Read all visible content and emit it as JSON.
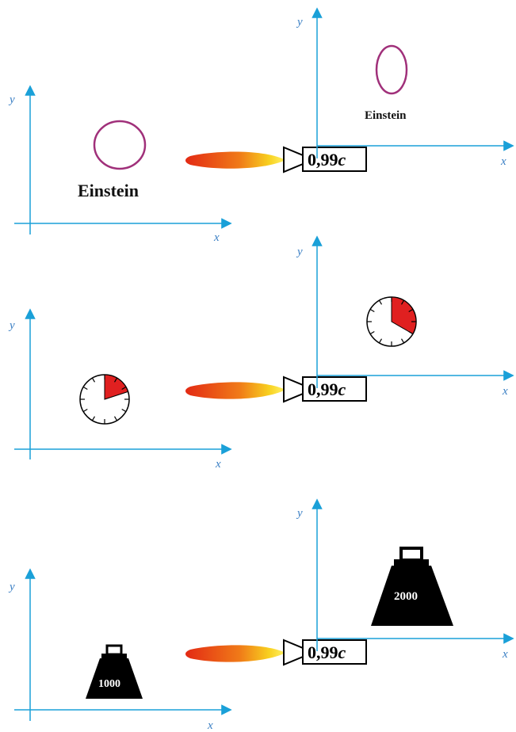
{
  "axes": {
    "x_label": "x",
    "y_label": "y"
  },
  "rocket": {
    "speed_value": "0,99",
    "speed_unit": "c"
  },
  "panels": {
    "length": {
      "rest_label": "Einstein",
      "moving_label": "Einstein"
    },
    "time": {},
    "mass": {
      "rest_mass": "1000",
      "moving_mass": "2000"
    }
  },
  "colors": {
    "axis": "#1aa0d8",
    "ring": "#a0307a",
    "clock_fill": "#e02020",
    "weight": "#000000"
  }
}
